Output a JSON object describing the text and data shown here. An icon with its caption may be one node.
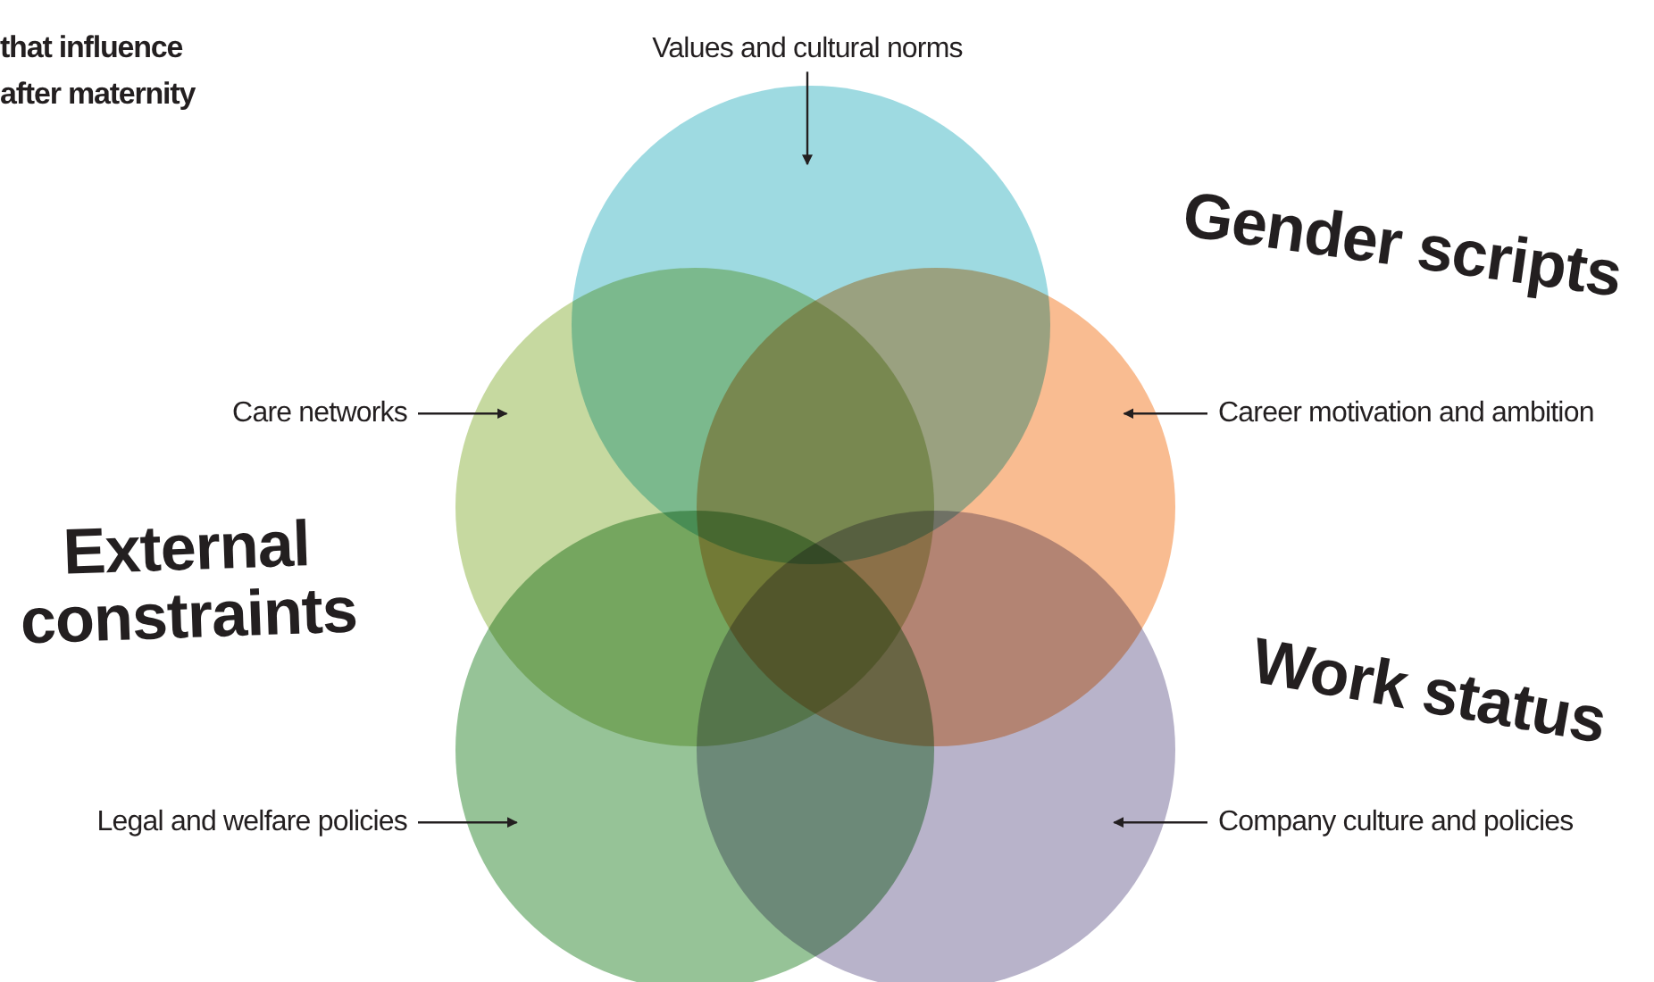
{
  "diagram": {
    "title": "that influence after maternity",
    "nodes": [
      {
        "text": [
          "Values and cultural norms"
        ]
      },
      {
        "text": [],
        "shape": "circle"
      },
      {
        "text": [
          "Care networks"
        ]
      },
      {
        "text": [],
        "shape": "circle"
      },
      {
        "text": [
          "Career motivation and ambition"
        ]
      },
      {
        "text": [],
        "shape": "circle"
      },
      {
        "text": [
          "Legal and welfare policies"
        ]
      },
      {
        "text": [],
        "shape": "circle"
      },
      {
        "text": [
          "Company culture and policies"
        ]
      },
      {
        "text": [],
        "shape": "circle"
      }
    ],
    "edges": [
      {
        "from": 0,
        "to": 1,
        "arrow": "to"
      },
      {
        "from": 2,
        "to": 3,
        "arrow": "to"
      },
      {
        "from": 4,
        "to": 5,
        "arrow": "to"
      },
      {
        "from": 6,
        "to": 7,
        "arrow": "to"
      },
      {
        "from": 8,
        "to": 9,
        "arrow": "to"
      }
    ],
    "labels": [
      "Gender scripts",
      "External constraints",
      "Work status"
    ]
  }
}
